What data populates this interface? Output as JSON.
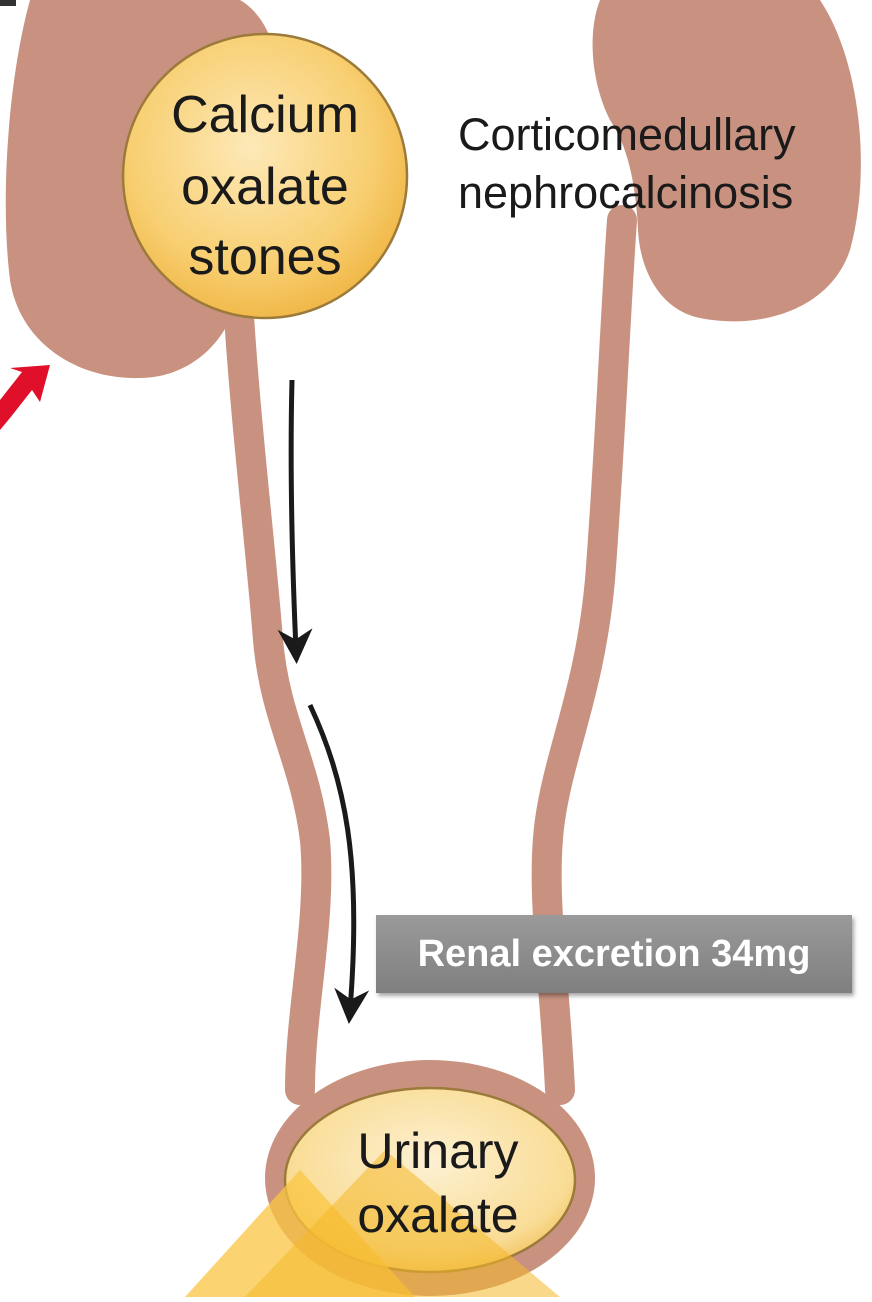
{
  "diagram": {
    "nodes": [
      {
        "id": "stones",
        "lines": [
          "Calcium",
          "oxalate",
          "stones"
        ]
      },
      {
        "id": "nephrocalcinosis",
        "lines": [
          "Corticomedullary",
          "nephrocalcinosis"
        ]
      },
      {
        "id": "urinary_oxalate",
        "lines": [
          "Urinary",
          "oxalate"
        ]
      }
    ],
    "excretion_label": "Renal excretion 34mg",
    "colors": {
      "kidney": "#c99280",
      "kidney_dark": "#b5786a",
      "circle_fill": "#f7c65c",
      "circle_fill_light": "#fbe6b0",
      "circle_stroke": "#9b7a3a",
      "arrow": "#1a1a1a",
      "red_arrow": "#e0102a",
      "label_bg": "#8c8c8c",
      "chevron": "#f9c642"
    }
  }
}
